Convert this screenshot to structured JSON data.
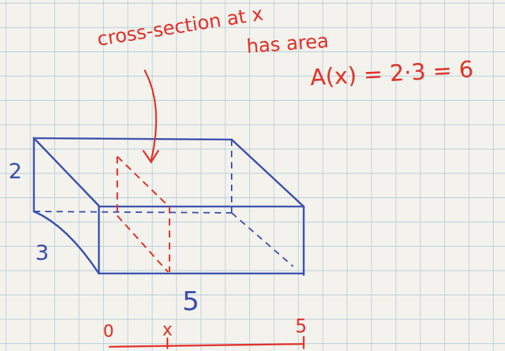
{
  "diagram": {
    "labels": [
      "cross-section at x",
      "has area",
      "A(x) = 2·3 = 6",
      "2",
      "3",
      "5",
      "0",
      "x",
      "5"
    ]
  }
}
